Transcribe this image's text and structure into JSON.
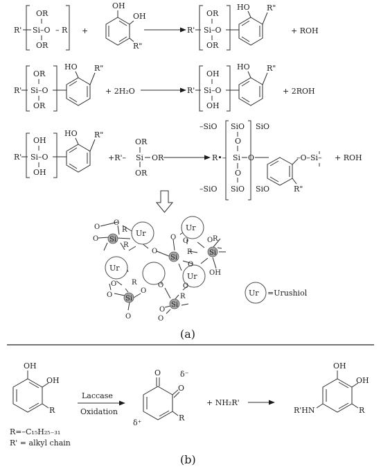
{
  "panel_a": {
    "label": "(a)",
    "eq1": {
      "OR": "OR",
      "Si_O": "Si–O",
      "R_prime": "R'",
      "R": "– R",
      "plus": "+",
      "OH": "OH",
      "HO": "HO",
      "R_dprime": "R\"",
      "ROH": "+ ROH"
    },
    "eq2": {
      "water": "+ 2H₂O",
      "ROH2": "+ 2ROH",
      "OH": "OH"
    },
    "eq3": {
      "reagent_R": "+R'–",
      "Si": "Si",
      "OR": "OR",
      "SiO": "SiO",
      "dash_SiO": "–SiO",
      "O": "O",
      "R_dot": "R•–",
      "O_Si": "–O–Si–",
      "ROH": "+ ROH"
    },
    "network": {
      "Ur": "Ur",
      "Si": "Si",
      "R": "R",
      "O": "O",
      "OH": "OH",
      "legend": "=Urushiol"
    }
  },
  "panel_b": {
    "label": "(b)",
    "OH": "OH",
    "O": "O",
    "R": "R",
    "delta_minus": "δ⁻",
    "delta_plus": "δ⁺",
    "laccase": "Laccase",
    "oxidation": "Oxidation",
    "amine": "+  NH₂R'",
    "RHN": "R'HN",
    "R_def": "R=–C₁₅H₂₅₋₃₁",
    "Rp_def": "R' = alkyl chain"
  }
}
